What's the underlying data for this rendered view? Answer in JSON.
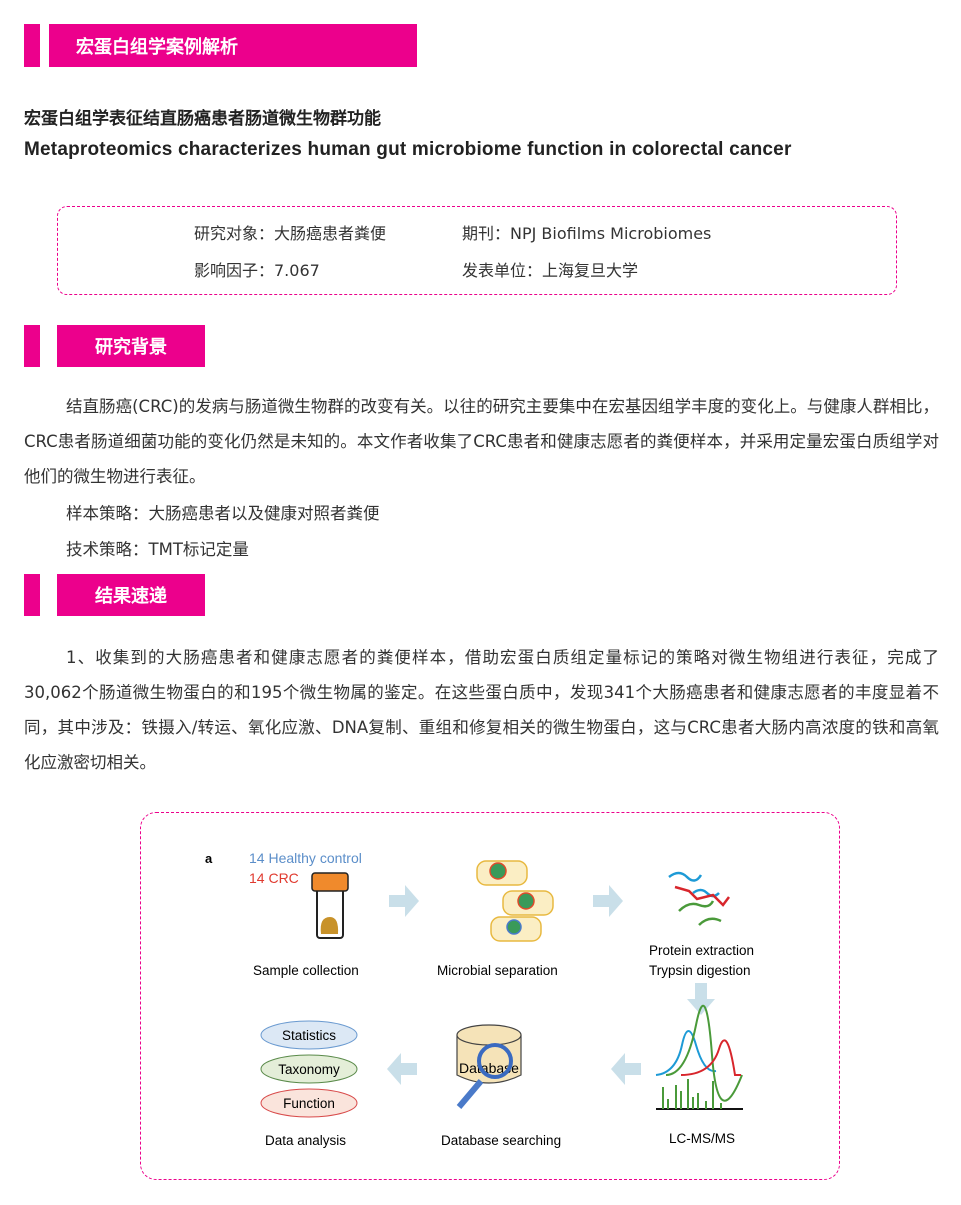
{
  "header": {
    "title": "宏蛋白组学案例解析"
  },
  "article": {
    "title_cn": "宏蛋白组学表征结直肠癌患者肠道微生物群功能",
    "title_en": "Metaproteomics characterizes human gut microbiome function in colorectal cancer"
  },
  "info": {
    "subject": "研究对象：大肠癌患者粪便",
    "journal": "期刊：NPJ Biofilms Microbiomes",
    "impact": "影响因子：7.067",
    "institution": "发表单位：上海复旦大学"
  },
  "background": {
    "heading": "研究背景",
    "para1": "结直肠癌(CRC)的发病与肠道微生物群的改变有关。以往的研究主要集中在宏基因组学丰度的变化上。与健康人群相比，CRC患者肠道细菌功能的变化仍然是未知的。本文作者收集了CRC患者和健康志愿者的粪便样本，并采用定量宏蛋白质组学对他们的微生物进行表征。",
    "sample": "样本策略：大肠癌患者以及健康对照者粪便",
    "tech": "技术策略：TMT标记定量"
  },
  "results": {
    "heading": "结果速递",
    "para1": "1、收集到的大肠癌患者和健康志愿者的粪便样本，借助宏蛋白质组定量标记的策略对微生物组进行表征，完成了30,062个肠道微生物蛋白的和195个微生物属的鉴定。在这些蛋白质中，发现341个大肠癌患者和健康志愿者的丰度显着不同，其中涉及：铁摄入/转运、氧化应激、DNA复制、重组和修复相关的微生物蛋白，这与CRC患者大肠内高浓度的铁和高氧化应激密切相关。"
  },
  "figure": {
    "panel": "a",
    "healthy": "14 Healthy control",
    "crc": "14 CRC",
    "steps": {
      "sample": "Sample collection",
      "micro": "Microbial separation",
      "protein1": "Protein extraction",
      "protein2": "Trypsin digestion",
      "lcms": "LC-MS/MS",
      "db": "Database searching",
      "analysis": "Data analysis",
      "db_label": "Database"
    },
    "ovals": [
      "Statistics",
      "Taxonomy",
      "Function"
    ]
  },
  "colors": {
    "accent": "#ec008c",
    "arrow": "#c9dfe9"
  }
}
